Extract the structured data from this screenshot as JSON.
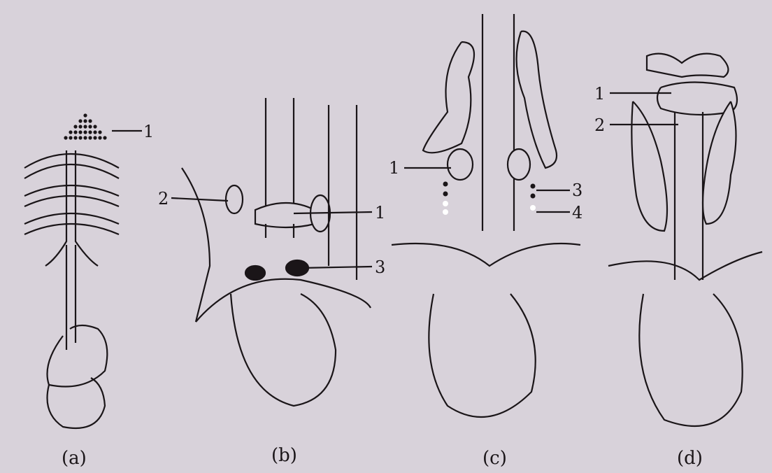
{
  "panels": [
    {
      "caption": "(a)",
      "labels": [
        "1"
      ]
    },
    {
      "caption": "(b)",
      "labels": [
        "2",
        "1",
        "3"
      ]
    },
    {
      "caption": "(c)",
      "labels": [
        "1",
        "3",
        "4"
      ]
    },
    {
      "caption": "(d)",
      "labels": [
        "1",
        "2"
      ]
    }
  ],
  "colors": {
    "background": "#d8d2da",
    "ink": "#1a1518"
  }
}
